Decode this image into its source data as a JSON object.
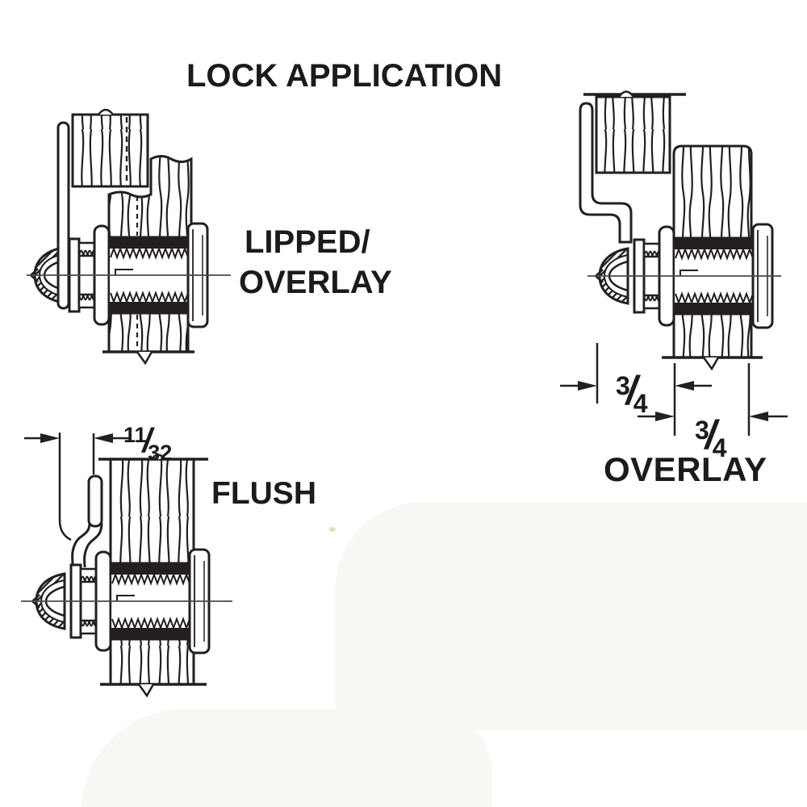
{
  "title": "LOCK APPLICATION",
  "diagrams": {
    "lipped_overlay": {
      "label_line1": "LIPPED/",
      "label_line2": "OVERLAY"
    },
    "flush": {
      "label": "FLUSH",
      "offset_dimension": {
        "num": "11",
        "slash": "/",
        "den": "32"
      }
    },
    "overlay": {
      "label": "OVERLAY",
      "overlay_dimension": {
        "num": "3",
        "slash": "/",
        "den": "4"
      },
      "door_thickness_dimension": {
        "num": "3",
        "slash": "/",
        "den": "4"
      }
    }
  },
  "colors": {
    "line": "#231f20",
    "background": "#ffffff",
    "scan_shadow": "#f8f7f4"
  }
}
